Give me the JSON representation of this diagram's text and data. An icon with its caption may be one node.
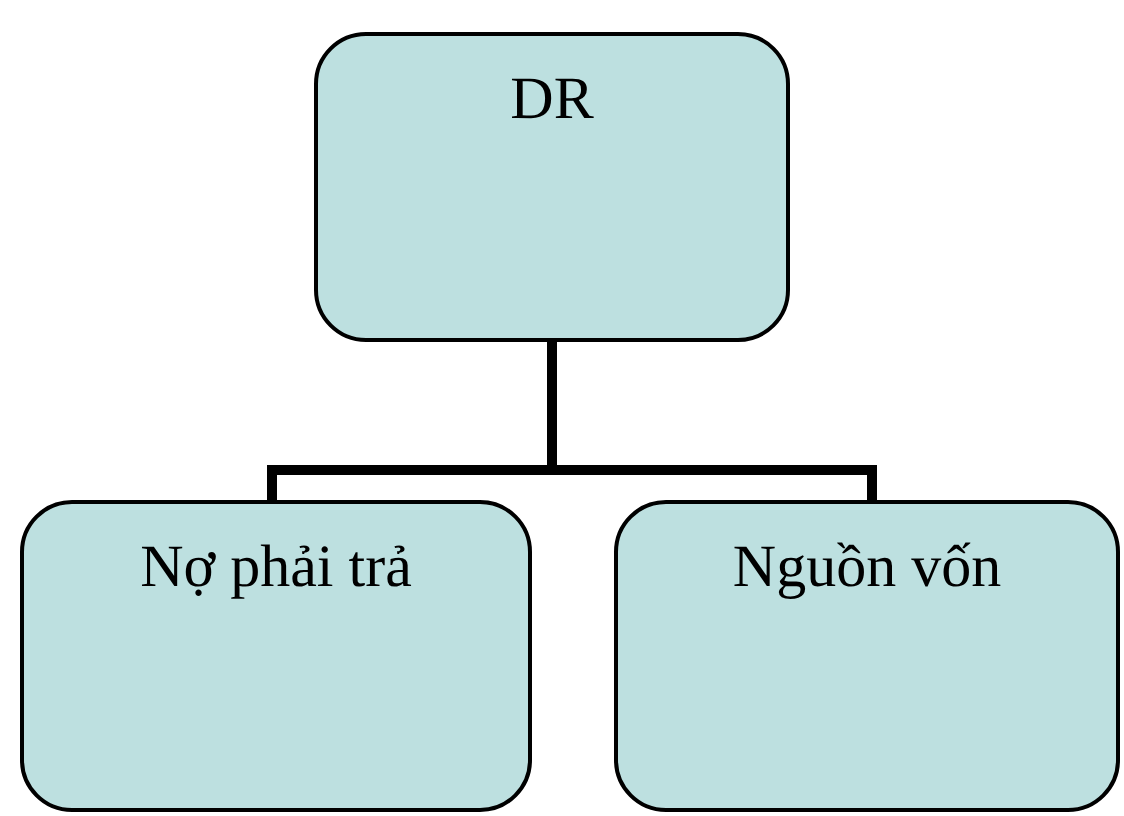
{
  "diagram": {
    "nodes": [
      {
        "text": [
          "DR"
        ]
      },
      {
        "text": [
          "Nợ phải trả"
        ]
      },
      {
        "text": [
          "Nguồn vốn"
        ]
      }
    ],
    "edges": [
      {
        "from": 0,
        "to": 1,
        "arrow": "none"
      },
      {
        "from": 0,
        "to": 2,
        "arrow": "none"
      }
    ]
  }
}
